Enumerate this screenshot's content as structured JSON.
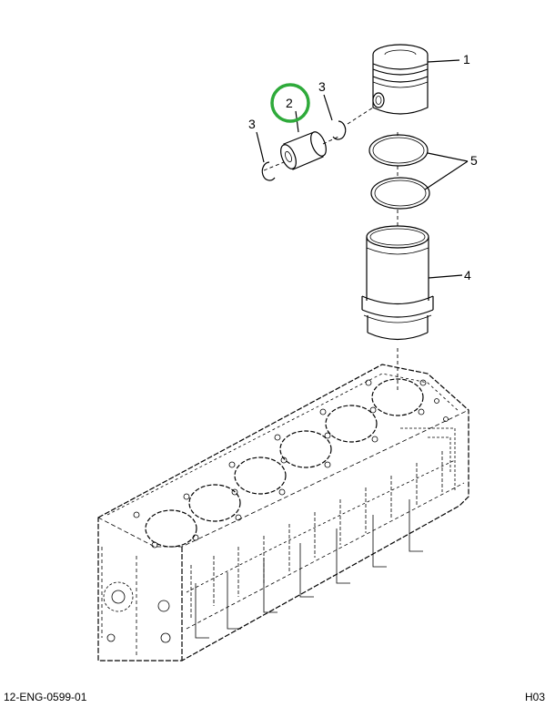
{
  "callouts": [
    {
      "id": "1",
      "label": "1"
    },
    {
      "id": "2",
      "label": "2"
    },
    {
      "id": "3a",
      "label": "3"
    },
    {
      "id": "3b",
      "label": "3"
    },
    {
      "id": "4",
      "label": "4"
    },
    {
      "id": "5",
      "label": "5"
    }
  ],
  "footer": {
    "drawing_number": "12-ENG-0599-01",
    "sheet_code": "H03"
  },
  "colors": {
    "line": "#000000",
    "highlight_ring": "#2eaa3a",
    "background": "#ffffff"
  }
}
